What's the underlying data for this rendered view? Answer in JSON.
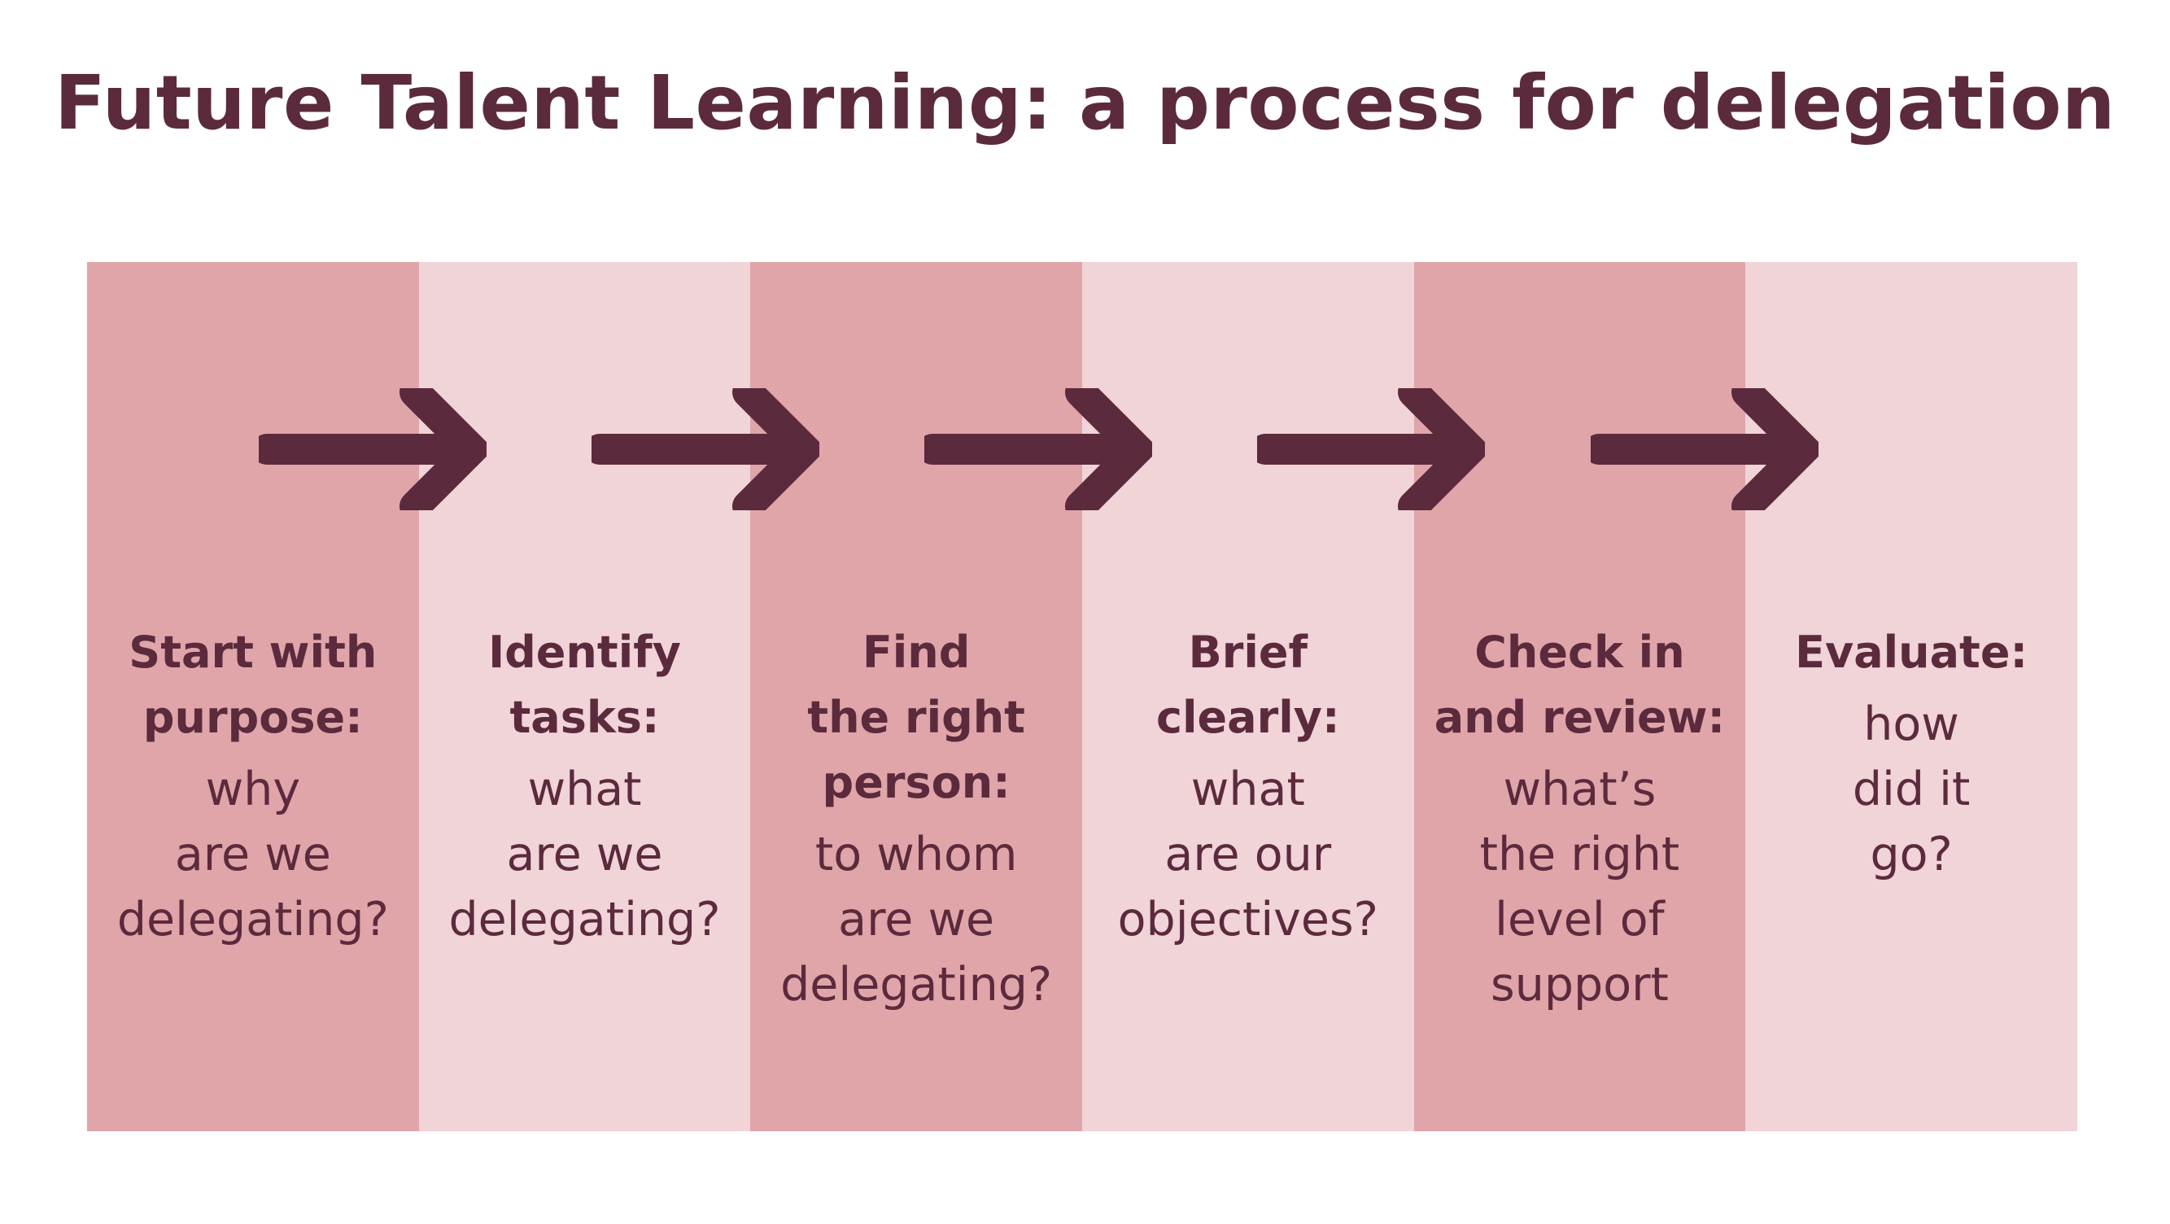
{
  "title": "Future Talent Learning: a process for delegation",
  "colors": {
    "text": "#5c2a3d",
    "column_dark": "#e0a5a9",
    "column_light": "#f0d4d7",
    "arrow": "#5c2a3d"
  },
  "arrow_icon": "right-arrow-icon",
  "steps": [
    {
      "heading": "Start with\npurpose:",
      "body": "why\nare we\ndelegating?"
    },
    {
      "heading": "Identify\ntasks:",
      "body": "what\nare we\ndelegating?"
    },
    {
      "heading": "Find\nthe right\nperson:",
      "body": "to whom\nare we\ndelegating?"
    },
    {
      "heading": "Brief\nclearly:",
      "body": "what\nare our\nobjectives?"
    },
    {
      "heading": "Check in\nand review:",
      "body": "what’s\nthe right\nlevel of\nsupport"
    },
    {
      "heading": "Evaluate:",
      "body": "how\ndid it\ngo?"
    }
  ]
}
